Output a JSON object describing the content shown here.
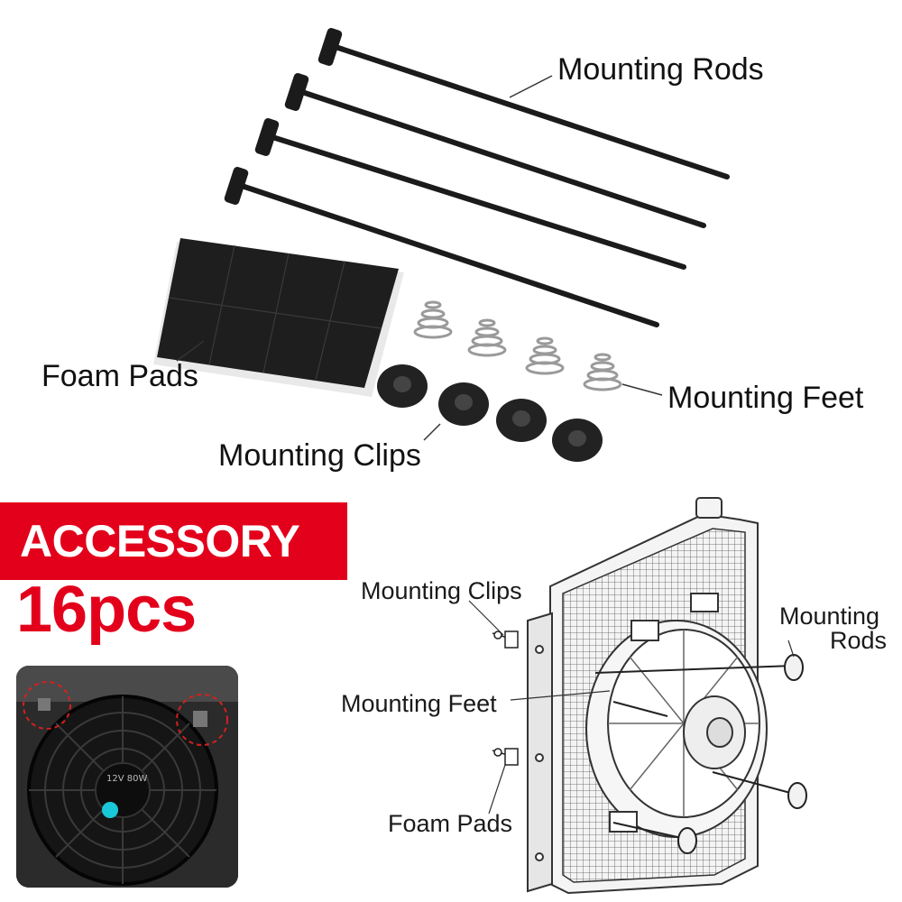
{
  "top_section": {
    "mounting_rods": "Mounting Rods",
    "foam_pads": "Foam Pads",
    "mounting_feet": "Mounting Feet",
    "mounting_clips": "Mounting Clips"
  },
  "banner": {
    "title": "ACCESSORY",
    "count": "16pcs"
  },
  "photo": {
    "fan_label": "12V 80W"
  },
  "diagram": {
    "mounting_clips": "Mounting Clips",
    "mounting_rods_line1": "Mounting",
    "mounting_rods_line2": "Rods",
    "mounting_feet": "Mounting Feet",
    "foam_pads": "Foam Pads"
  },
  "colors": {
    "accent_red": "#e3001b",
    "part_black": "#1b1b1b",
    "spring_silver": "#c8c8c8"
  }
}
